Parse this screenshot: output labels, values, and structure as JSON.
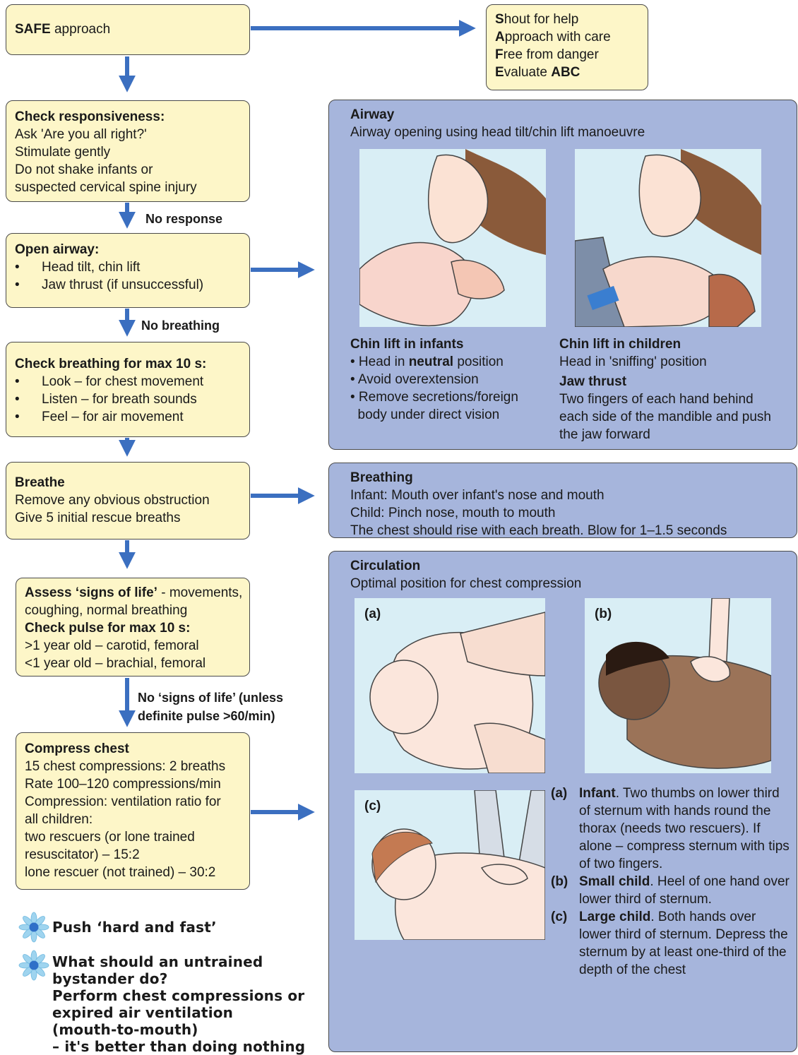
{
  "flow": {
    "safe": {
      "bold": "SAFE",
      "rest": " approach"
    },
    "safe_expansion": [
      {
        "initial": "S",
        "rest": "hout for help"
      },
      {
        "initial": "A",
        "rest": "pproach with care"
      },
      {
        "initial": "F",
        "rest": "ree from danger"
      },
      {
        "initial": "E",
        "rest": "valuate ",
        "bold_tail": "ABC"
      }
    ],
    "responsiveness": {
      "title": "Check responsiveness:",
      "lines": [
        "Ask 'Are you all right?'",
        "Stimulate gently",
        "Do not shake infants or",
        "suspected cervical spine injury"
      ]
    },
    "label_no_response": "No response",
    "open_airway": {
      "title": "Open airway:",
      "bullets": [
        "Head tilt, chin lift",
        "Jaw thrust (if unsuccessful)"
      ]
    },
    "label_no_breathing": "No breathing",
    "check_breathing": {
      "title": "Check breathing for max 10 s:",
      "bullets": [
        "Look – for chest movement",
        "Listen – for breath sounds",
        "Feel – for air movement"
      ]
    },
    "breathe": {
      "title": "Breathe",
      "lines": [
        "Remove any obvious obstruction",
        "Give 5 initial rescue breaths"
      ]
    },
    "assess": {
      "title_bold": "Assess ‘signs of life’",
      "title_rest": " - movements,",
      "line2": "coughing, normal breathing",
      "pulse_title": "Check pulse for max 10 s:",
      "lines": [
        ">1 year old – carotid, femoral",
        "<1 year old – brachial, femoral"
      ]
    },
    "label_no_signs_1": "No ‘signs of life’ (unless",
    "label_no_signs_2": "definite pulse >60/min)",
    "compress": {
      "title": "Compress chest",
      "lines": [
        "15 chest compressions: 2 breaths",
        "Rate 100–120 compressions/min",
        "Compression: ventilation ratio for",
        "all children:",
        "two rescuers (or lone trained",
        "resuscitator) – 15:2",
        "lone rescuer (not trained) – 30:2"
      ]
    }
  },
  "notes": {
    "push": "Push ‘hard and fast’",
    "bystander": [
      "What should an untrained",
      "bystander do?",
      "Perform chest compressions or",
      "expired air ventilation",
      "(mouth-to-mouth)",
      "– it's better than doing nothing"
    ]
  },
  "airway_panel": {
    "title": "Airway",
    "subtitle": "Airway opening using head tilt/chin lift manoeuvre",
    "infants": {
      "title": "Chin lift in infants",
      "items": [
        {
          "pre": "• Head in ",
          "bold": "neutral",
          "post": " position"
        },
        {
          "pre": "• Avoid overextension",
          "bold": "",
          "post": ""
        },
        {
          "pre": "• Remove secretions/foreign",
          "bold": "",
          "post": ""
        },
        {
          "pre": "  body under direct vision",
          "bold": "",
          "post": ""
        }
      ]
    },
    "children": {
      "title": "Chin lift in children",
      "line": "Head in 'sniffing' position",
      "jaw_title": "Jaw thrust",
      "jaw_lines": [
        "Two fingers of each hand behind",
        "each side of the mandible and push",
        "the jaw forward"
      ]
    }
  },
  "breathing_panel": {
    "title": "Breathing",
    "lines": [
      "Infant: Mouth over infant's nose and mouth",
      "Child: Pinch nose, mouth to mouth",
      "The chest should rise with each breath. Blow for 1–1.5 seconds"
    ]
  },
  "circulation_panel": {
    "title": "Circulation",
    "subtitle": "Optimal position for chest compression",
    "tags": {
      "a": "(a)",
      "b": "(b)",
      "c": "(c)"
    },
    "legend": [
      {
        "key": "(a)",
        "bold": "Infant",
        "text": ". Two thumbs on lower third of sternum with hands round the thorax (needs two rescuers). If alone – compress sternum with tips of two fingers."
      },
      {
        "key": "(b)",
        "bold": "Small child",
        "text": ". Heel of one hand over lower third of sternum."
      },
      {
        "key": "(c)",
        "bold": "Large child",
        "text": ". Both hands over lower third of sternum. Depress the sternum by at least one-third of the depth of the chest"
      }
    ]
  },
  "colors": {
    "flow_box": "#fdf6c8",
    "panel": "#a6b5dc",
    "arrow": "#3b6fc0"
  }
}
